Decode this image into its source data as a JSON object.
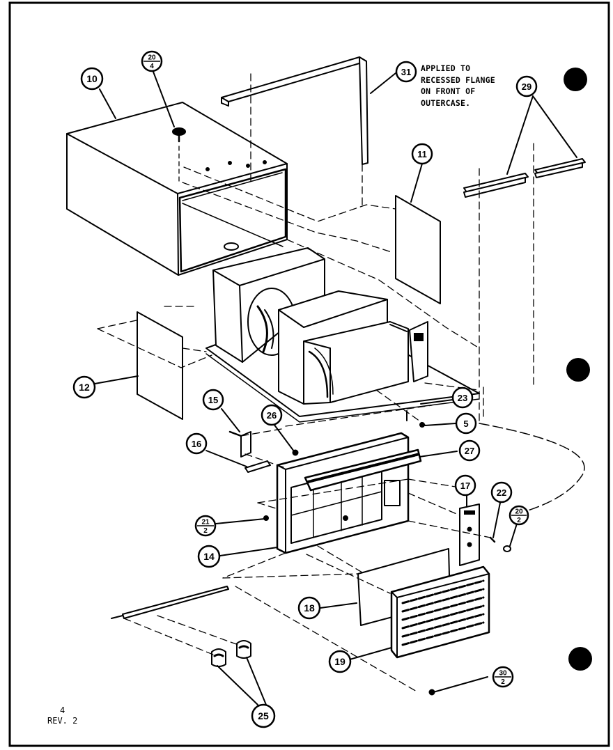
{
  "note_lines": [
    "APPLIED TO",
    "RECESSED FLANGE",
    "ON FRONT OF",
    "OUTERCASE."
  ],
  "page_number": "4",
  "revision": "REV. 2",
  "callouts": [
    {
      "id": "c10",
      "label": "10"
    },
    {
      "id": "c20a",
      "label": "20",
      "sub": "4"
    },
    {
      "id": "c31",
      "label": "31"
    },
    {
      "id": "c29",
      "label": "29"
    },
    {
      "id": "c11",
      "label": "11"
    },
    {
      "id": "c12",
      "label": "12"
    },
    {
      "id": "c15",
      "label": "15"
    },
    {
      "id": "c26",
      "label": "26"
    },
    {
      "id": "c23",
      "label": "23"
    },
    {
      "id": "c5",
      "label": "5"
    },
    {
      "id": "c16",
      "label": "16"
    },
    {
      "id": "c27",
      "label": "27"
    },
    {
      "id": "c17",
      "label": "17"
    },
    {
      "id": "c22",
      "label": "22"
    },
    {
      "id": "c20b",
      "label": "20",
      "sub": "2"
    },
    {
      "id": "c21",
      "label": "21",
      "sub": "2"
    },
    {
      "id": "c14",
      "label": "14"
    },
    {
      "id": "c18",
      "label": "18"
    },
    {
      "id": "c19",
      "label": "19"
    },
    {
      "id": "c30",
      "label": "30",
      "sub": "2"
    },
    {
      "id": "c25",
      "label": "25"
    }
  ]
}
